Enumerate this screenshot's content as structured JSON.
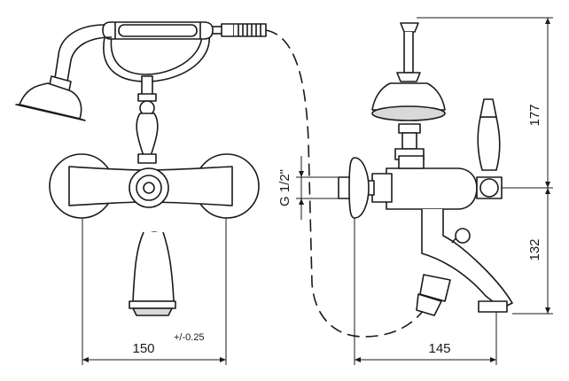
{
  "dimensions": {
    "width_center_distance": "150",
    "width_tolerance": "+/-0.25",
    "projection_depth": "145",
    "overall_height_top": "177",
    "spout_height": "132",
    "thread_size": "G 1/2\""
  },
  "colors": {
    "line": "#1a1a1a",
    "fill": "#ffffff",
    "shade": "#d9d9d9"
  }
}
